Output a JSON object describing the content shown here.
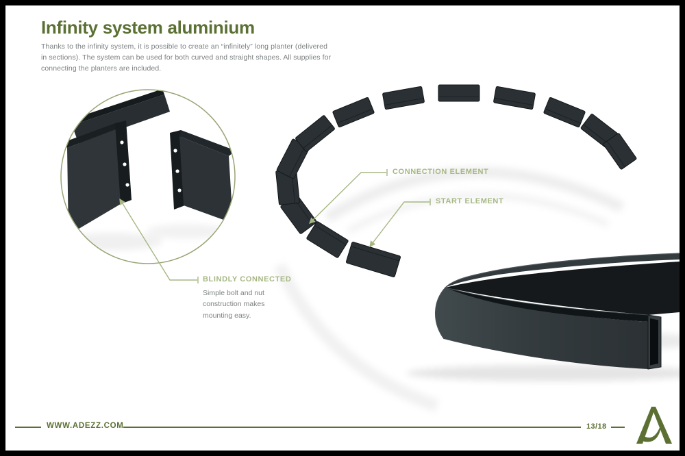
{
  "header": {
    "title": "Infinity system aluminium",
    "description_lines": {
      "0": "Thanks to the infinity system, it is possible to create an “infinitely” long planter (delivered",
      "1": "in sections). The system can be used for both curved and straight shapes. All supplies for",
      "2": "connecting the planters are included."
    }
  },
  "callouts": {
    "connection_element": {
      "label": "CONNECTION ELEMENT"
    },
    "start_element": {
      "label": "START ELEMENT"
    },
    "blindly_connected": {
      "label": "BLINDLY CONNECTED",
      "description": "Simple bolt and nut construction makes mounting easy."
    }
  },
  "illustration": {
    "detail_view": "close-up of blind bolt connection between planter sections",
    "ring_view": "ring of infinity planter segments laid out before assembly",
    "assembled_view": "assembled curved aluminium planter"
  },
  "footer": {
    "website": "WWW.ADEZZ.COM",
    "page_number": "13/18",
    "logo_icon": "adezz-logo"
  },
  "colors": {
    "title_green": "#5b7033",
    "label_sage": "#a6b783",
    "body_gray": "#7d8183",
    "rule_olive": "#5c7033",
    "planter_dark": "#2a3033",
    "detail_circle_stroke": "#98a574"
  }
}
